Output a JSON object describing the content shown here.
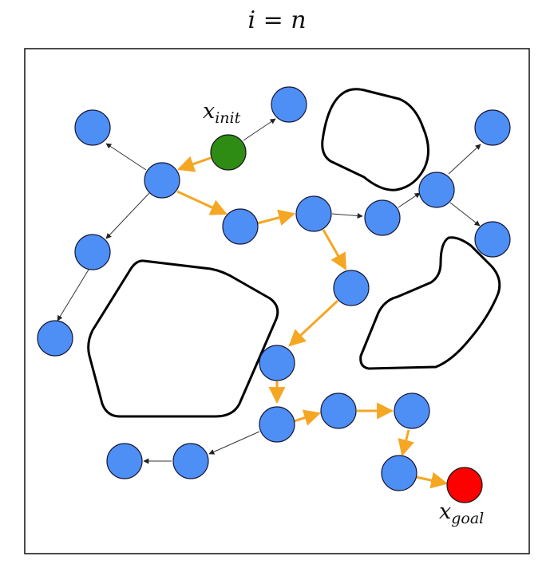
{
  "title": "i = n",
  "labels": {
    "init": {
      "base": "x",
      "sub": "init"
    },
    "goal": {
      "base": "x",
      "sub": "goal"
    }
  },
  "colors": {
    "node": "#4d8ff5",
    "start": "#2e8b14",
    "goal": "#ff0000",
    "path_edge": "#f5a623",
    "tree_edge": "#333333",
    "obstacle": "#000000"
  }
}
